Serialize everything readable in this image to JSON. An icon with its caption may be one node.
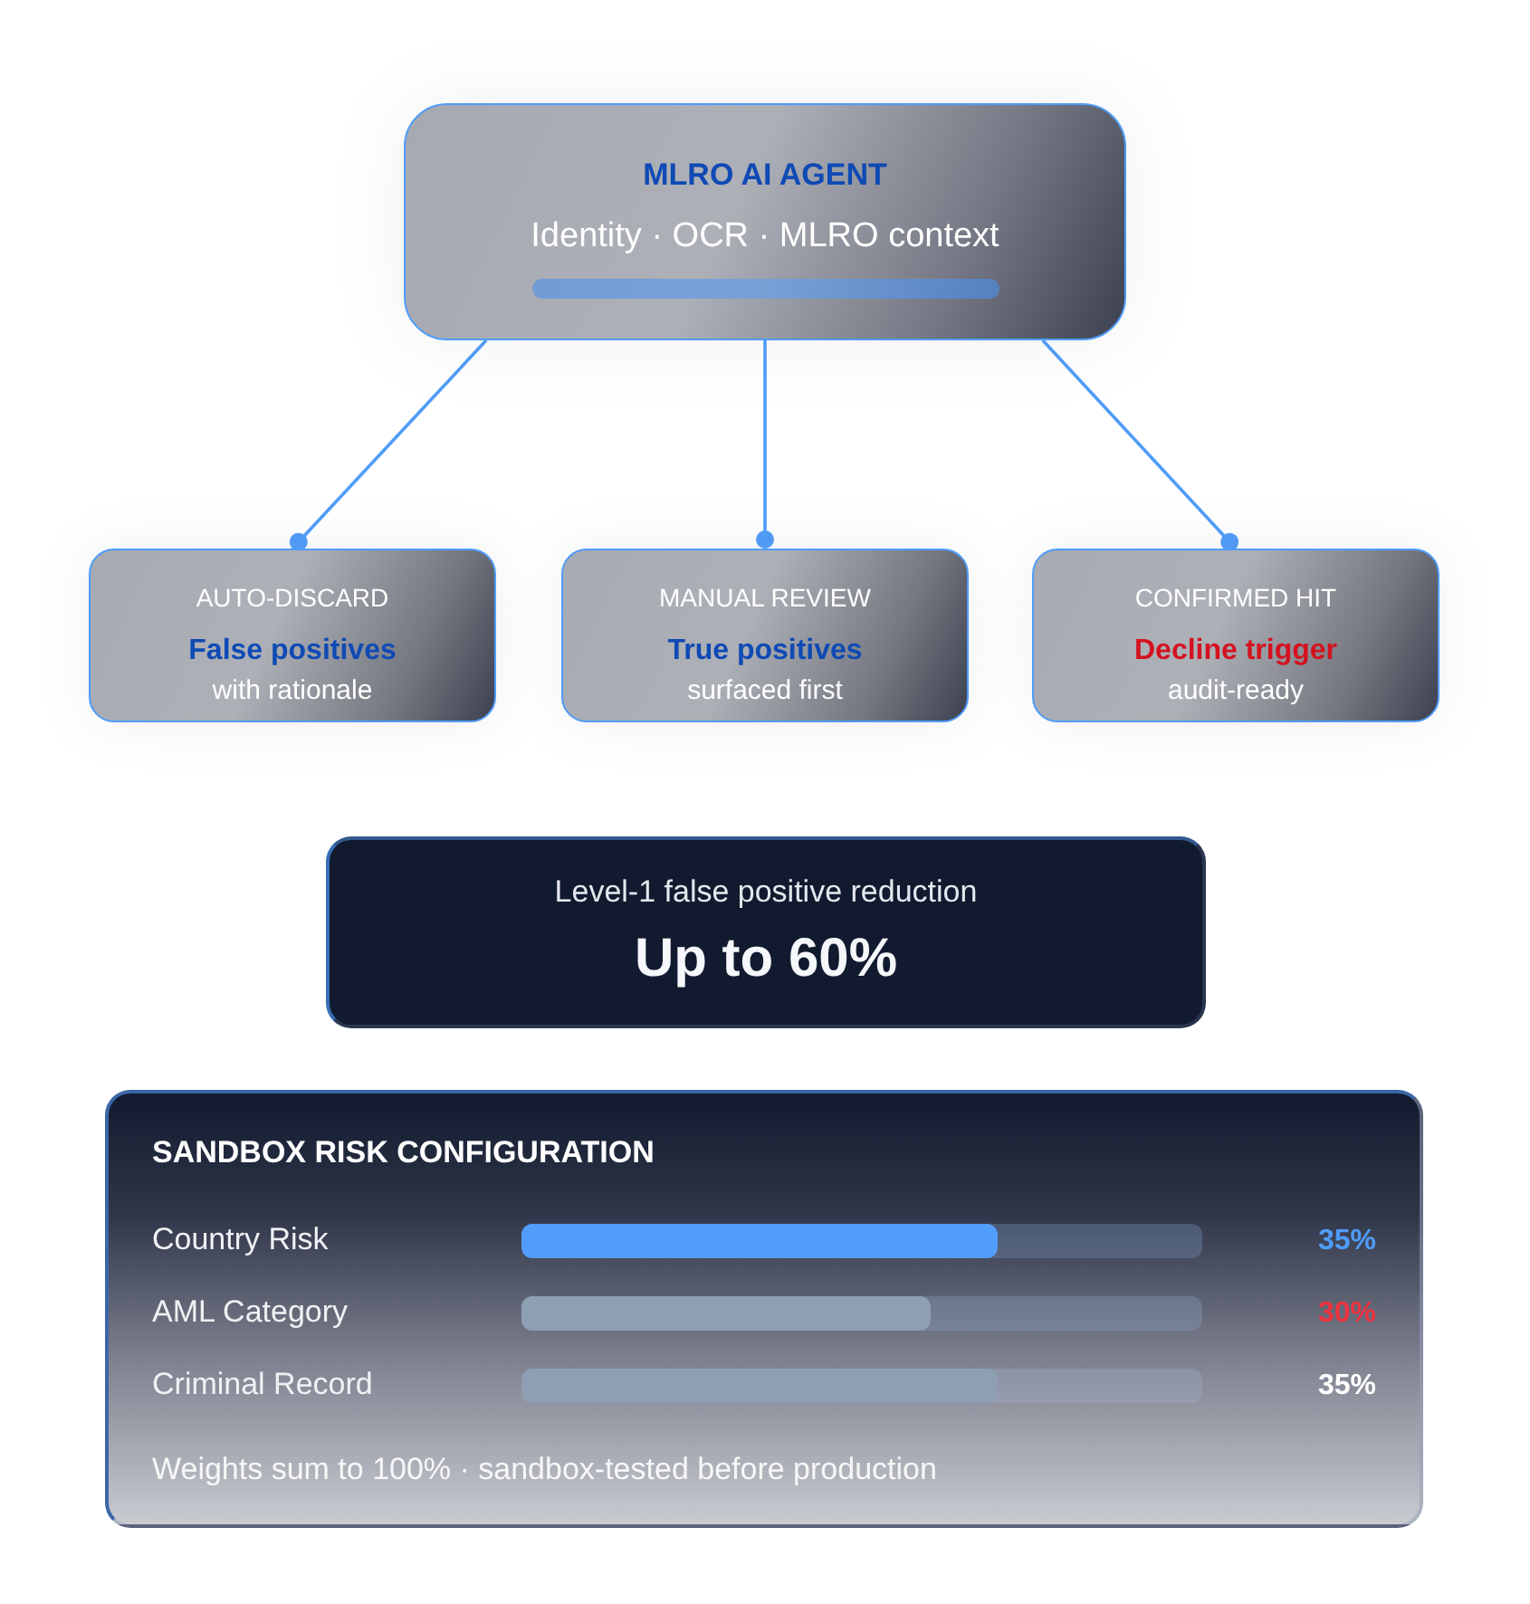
{
  "diagram": {
    "nodes": [
      {
        "text": [
          "MLRO AI AGENT",
          "Identity · OCR · MLRO context"
        ]
      },
      {
        "text": [
          "AUTO-DISCARD",
          "False positives",
          "with rationale"
        ]
      },
      {
        "text": [
          "MANUAL REVIEW",
          "True positives",
          "surfaced first"
        ]
      },
      {
        "text": [
          "CONFIRMED HIT",
          "Decline trigger",
          "audit-ready"
        ]
      },
      {
        "text": [
          "Level-1 false positive reduction",
          "Up to 60%"
        ]
      },
      {
        "text": [
          "SANDBOX RISK CONFIGURATION",
          "Weights sum to 100% · sandbox-tested before production"
        ]
      }
    ],
    "edges": [
      {
        "from": 0,
        "to": 1,
        "arrow": "other"
      },
      {
        "from": 0,
        "to": 2,
        "arrow": "other"
      },
      {
        "from": 0,
        "to": 3,
        "arrow": "other"
      }
    ],
    "chart_data": {
      "type": "bar",
      "orientation": "horizontal",
      "categories": [
        "Country Risk",
        "AML Category",
        "Criminal Record"
      ],
      "values": [
        35,
        30,
        35
      ],
      "xlim": [
        0,
        50
      ],
      "value_labels": [
        "35%",
        "30%",
        "35%"
      ]
    }
  }
}
